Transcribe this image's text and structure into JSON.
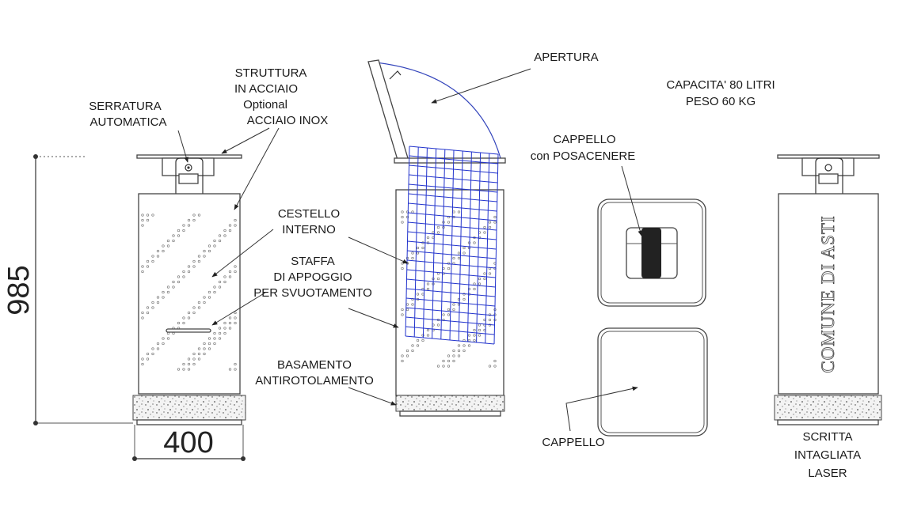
{
  "dimensions": {
    "height": "985",
    "width": "400"
  },
  "labels": {
    "apertura": "APERTURA",
    "capacity": "CAPACITA' 80 LITRI",
    "weight": "PESO 60 KG",
    "struttura": [
      "STRUTTURA",
      "IN ACCIAIO",
      "Optional",
      "ACCIAIO INOX"
    ],
    "serratura": [
      "SERRATURA",
      "AUTOMATICA"
    ],
    "cappello_posacenere": [
      "CAPPELLO",
      "con POSACENERE"
    ],
    "cestello": [
      "CESTELLO",
      "INTERNO"
    ],
    "staffa": [
      "STAFFA",
      "DI APPOGGIO",
      "PER SVUOTAMENTO"
    ],
    "basamento": [
      "BASAMENTO",
      "ANTIROTOLAMENTO"
    ],
    "cappello": "CAPPELLO",
    "scritta": [
      "SCRITTA",
      "INTAGLIATA",
      "LASER"
    ],
    "engraving": "COMUNE DI ASTI"
  },
  "colors": {
    "line": "#333333",
    "basket": "#2233cc"
  }
}
